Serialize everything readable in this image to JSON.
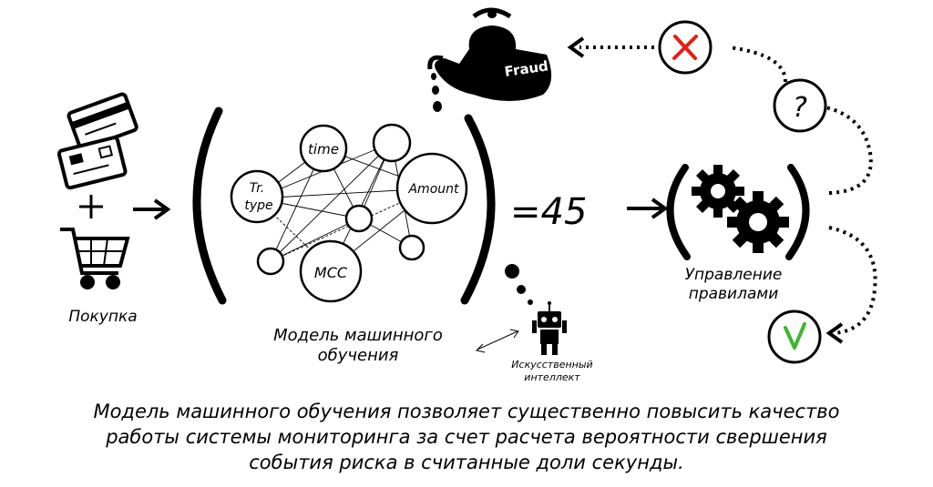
{
  "labels": {
    "purchase": "Покупка",
    "model": [
      "Модель машинного",
      "обучения"
    ],
    "ai": [
      "Искусственный",
      "интеллект"
    ],
    "rules": [
      "Управление",
      "правилами"
    ],
    "fraud": "Fraud",
    "question": "?",
    "equals_value": "=45"
  },
  "nodes": {
    "time": "time",
    "trtype": [
      "Tr.",
      "type"
    ],
    "amount": "Amount",
    "mcc": "MCC"
  },
  "caption": [
    "Модель машинного обучения позволяет существенно повысить  качество",
    "работы системы мониторинга за счет расчета вероятности свершения",
    "события риска в считанные доли секунды."
  ],
  "colors": {
    "cross": "#e0201b",
    "check": "#3cb52f",
    "ink": "#000000"
  }
}
